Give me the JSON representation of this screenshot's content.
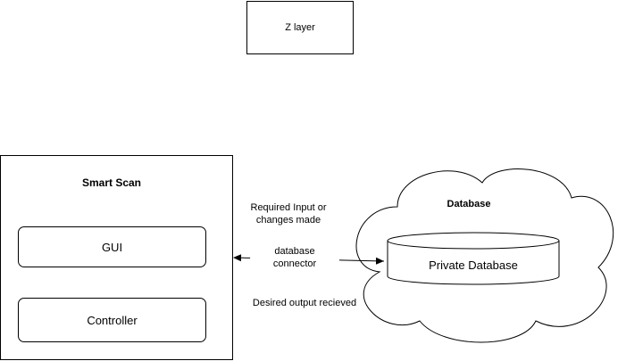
{
  "nodes": {
    "z_layer": "Z layer",
    "smart_scan": "Smart Scan",
    "gui": "GUI",
    "controller": "Controller",
    "database": "Database",
    "private_database": "Private Database"
  },
  "edges": {
    "required_input_1": "Required Input or",
    "required_input_2": "changes made",
    "connector_1": "database",
    "connector_2": "connector",
    "desired_output": "Desired output recieved"
  }
}
